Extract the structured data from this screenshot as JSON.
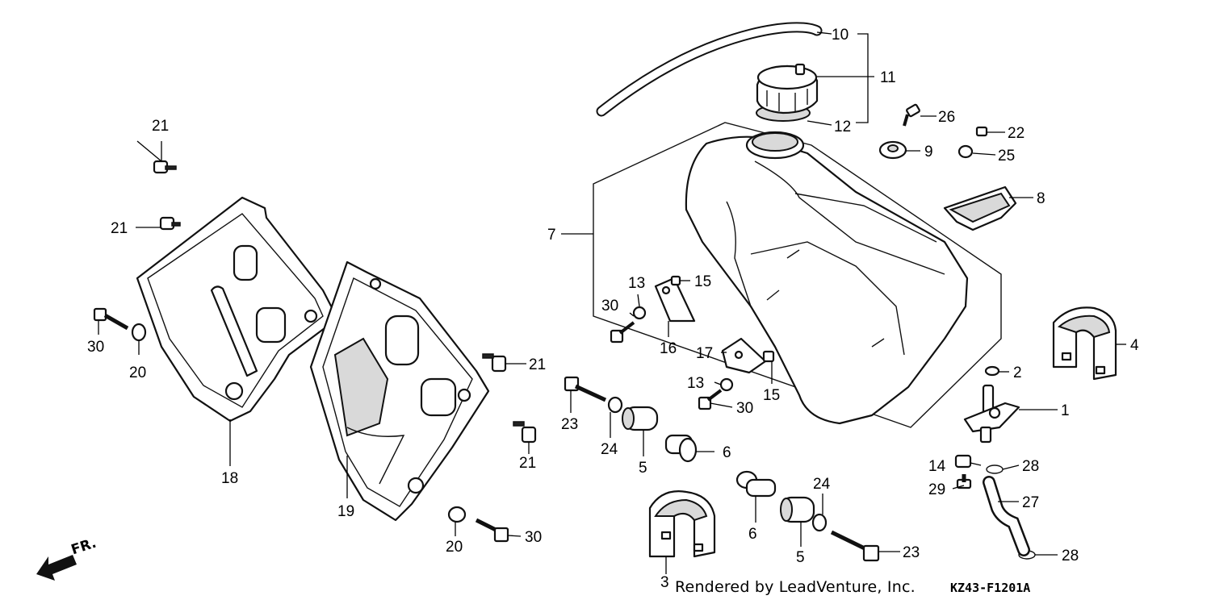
{
  "diagram": {
    "callouts": {
      "n1": "1",
      "n2": "2",
      "n3": "3",
      "n4": "4",
      "n5a": "5",
      "n5b": "5",
      "n6a": "6",
      "n6b": "6",
      "n7": "7",
      "n8": "8",
      "n9": "9",
      "n10": "10",
      "n11": "11",
      "n12": "12",
      "n13a": "13",
      "n13b": "13",
      "n14": "14",
      "n15a": "15",
      "n15b": "15",
      "n16": "16",
      "n17": "17",
      "n18": "18",
      "n19": "19",
      "n20a": "20",
      "n20b": "20",
      "n21a": "21",
      "n21b": "21",
      "n21c": "21",
      "n21d": "21",
      "n22": "22",
      "n23a": "23",
      "n23b": "23",
      "n24a": "24",
      "n24b": "24",
      "n25": "25",
      "n26": "26",
      "n27": "27",
      "n28a": "28",
      "n28b": "28",
      "n29": "29",
      "n30a": "30",
      "n30b": "30",
      "n30c": "30",
      "n30d": "30"
    },
    "direction_label": "FR.",
    "credit": "Rendered by LeadVenture, Inc.",
    "diagram_code": "KZ43-F1201A"
  }
}
